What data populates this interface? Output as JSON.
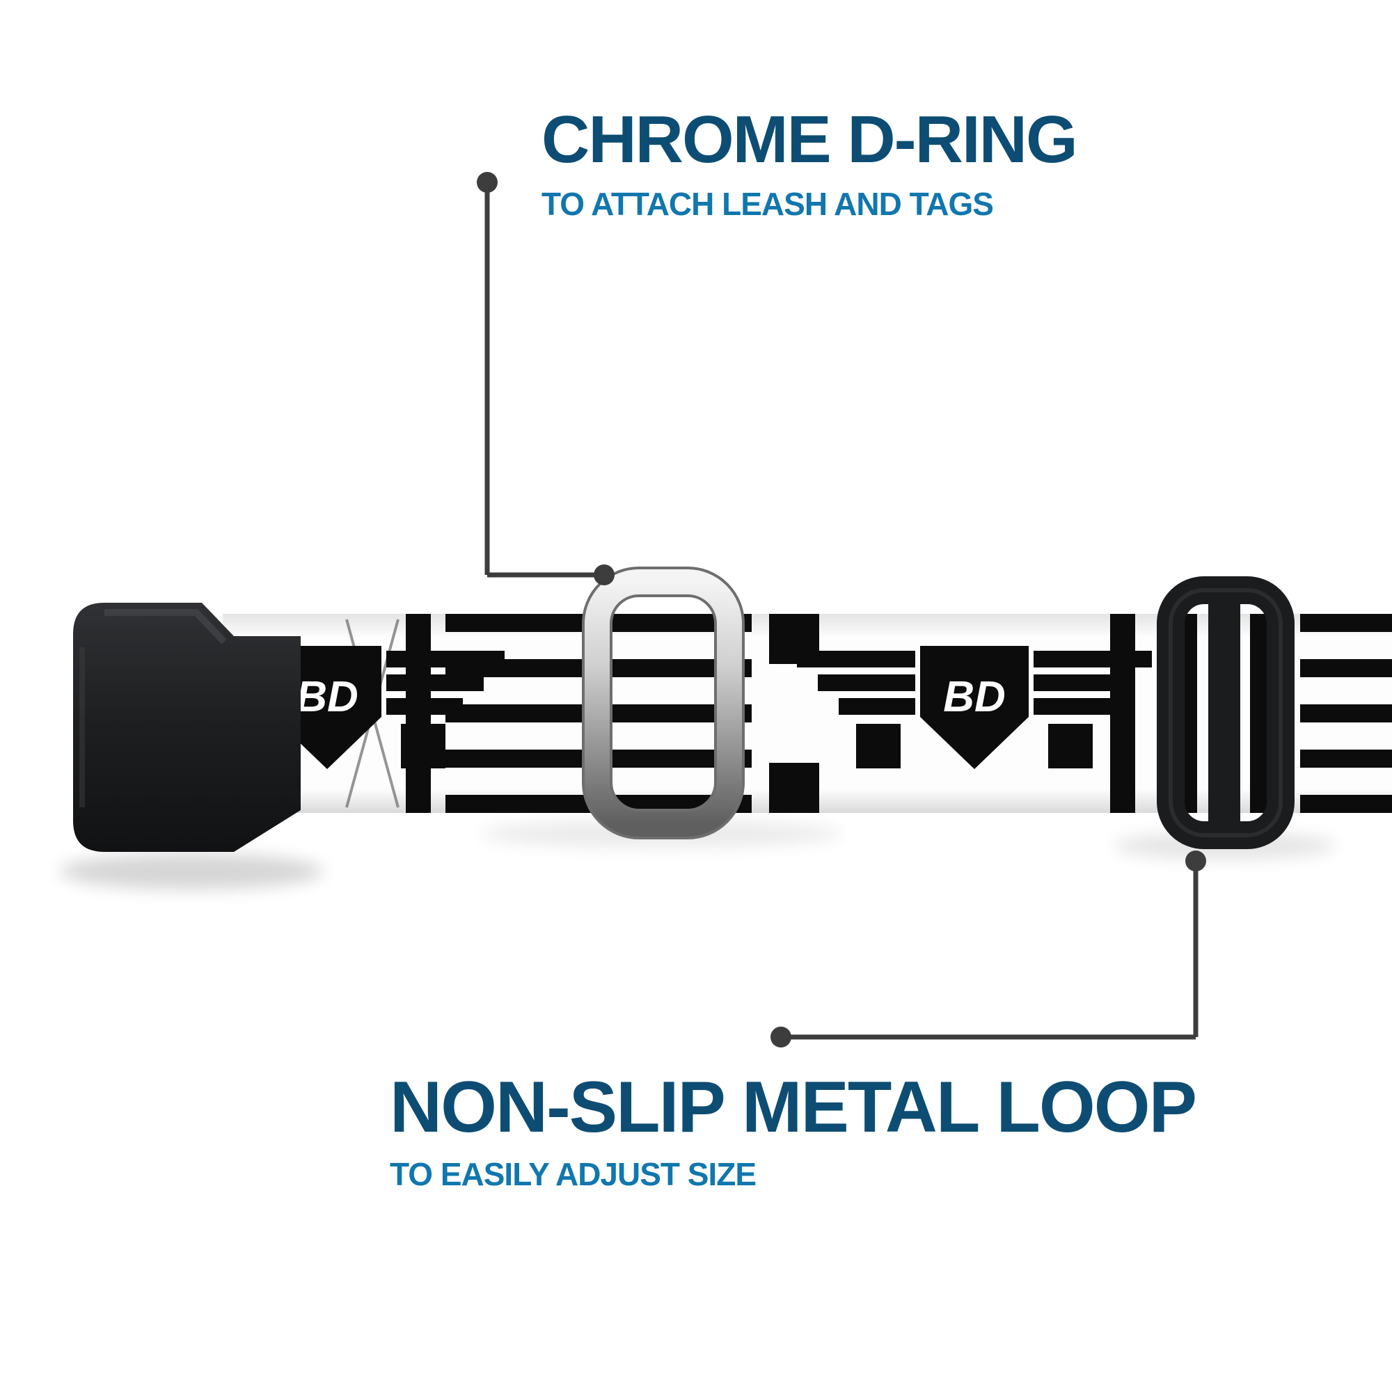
{
  "colors": {
    "background": "#ffffff",
    "heading": "#0e4d73",
    "subheading": "#1177ad",
    "callout_line": "#3d3d3d",
    "strap_base": "#fdfdfd",
    "strap_pattern": "#0c0c0c",
    "buckle_plastic": "#1e1f21",
    "adjuster_plastic": "#1b1c1e",
    "dring_chrome": "#c9c9c9"
  },
  "callouts": {
    "top": {
      "title": "CHROME D-RING",
      "subtitle": "TO ATTACH LEASH AND TAGS"
    },
    "bottom": {
      "title": "NON-SLIP METAL LOOP",
      "subtitle": "TO EASILY ADJUST SIZE"
    }
  },
  "product": {
    "strap_logo_text": "BD"
  },
  "icons": {
    "dring": "chrome-d-ring",
    "buckle": "side-release-buckle",
    "adjuster": "tri-glide-adjuster"
  }
}
